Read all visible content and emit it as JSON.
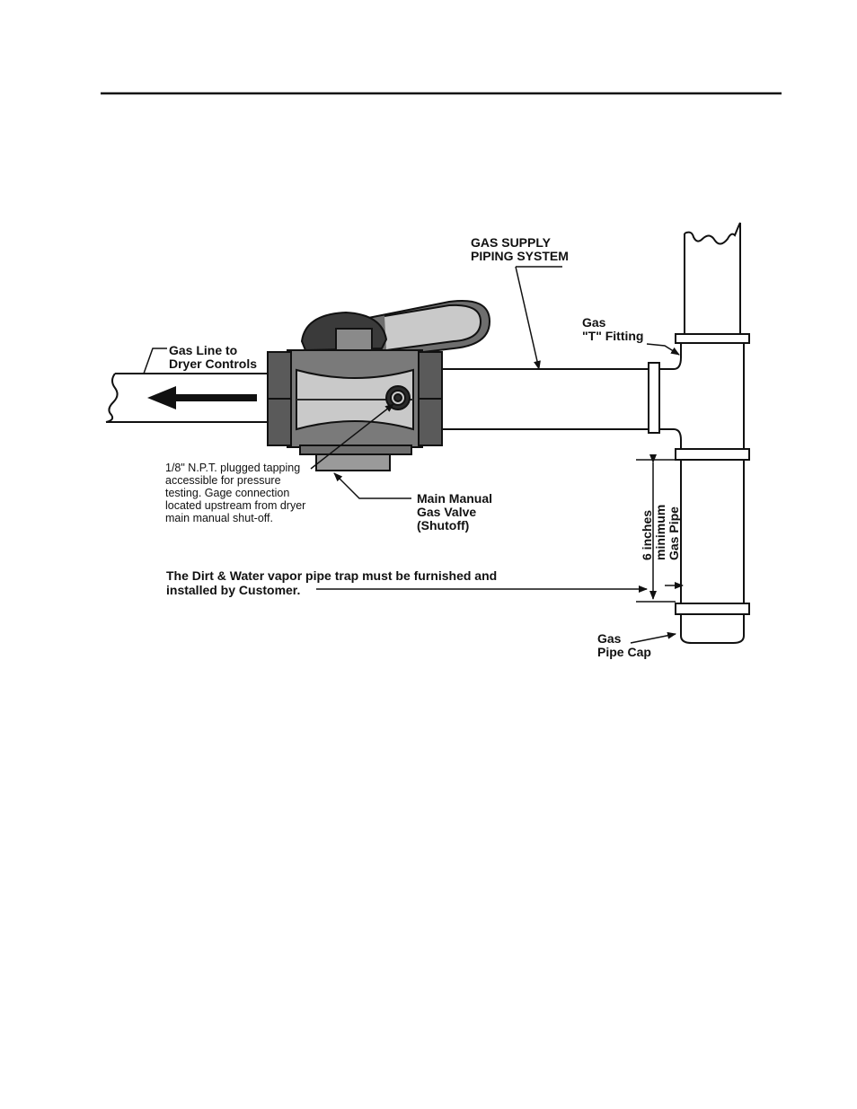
{
  "labels": {
    "gas_supply_line1": "GAS SUPPLY",
    "gas_supply_line2": "PIPING SYSTEM",
    "gas_line_line1": "Gas Line to",
    "gas_line_line2": "Dryer Controls",
    "t_fitting_line1": "Gas",
    "t_fitting_line2": "\"T\" Fitting",
    "tapping_line1": "1/8\" N.P.T. plugged tapping",
    "tapping_line2": "accessible for pressure",
    "tapping_line3": "testing.  Gage connection",
    "tapping_line4": "located upstream from dryer",
    "tapping_line5": "main manual shut-off.",
    "valve_line1": "Main Manual",
    "valve_line2": "Gas Valve",
    "valve_line3": "(Shutoff)",
    "dim_line1": "6 inches",
    "dim_line2": "minimum",
    "dim_line3": "Gas Pipe",
    "note_line1": "The Dirt & Water vapor pipe trap must be furnished and",
    "note_line2": "installed by Customer.",
    "cap_line1": "Gas",
    "cap_line2": "Pipe Cap"
  },
  "colors": {
    "ink": "#111111",
    "valve_shade": "#6e6e6e",
    "valve_dark": "#2a2a2a",
    "valve_light": "#c9c9c9"
  },
  "icons": {
    "flow_arrow": "left-arrow-icon"
  }
}
